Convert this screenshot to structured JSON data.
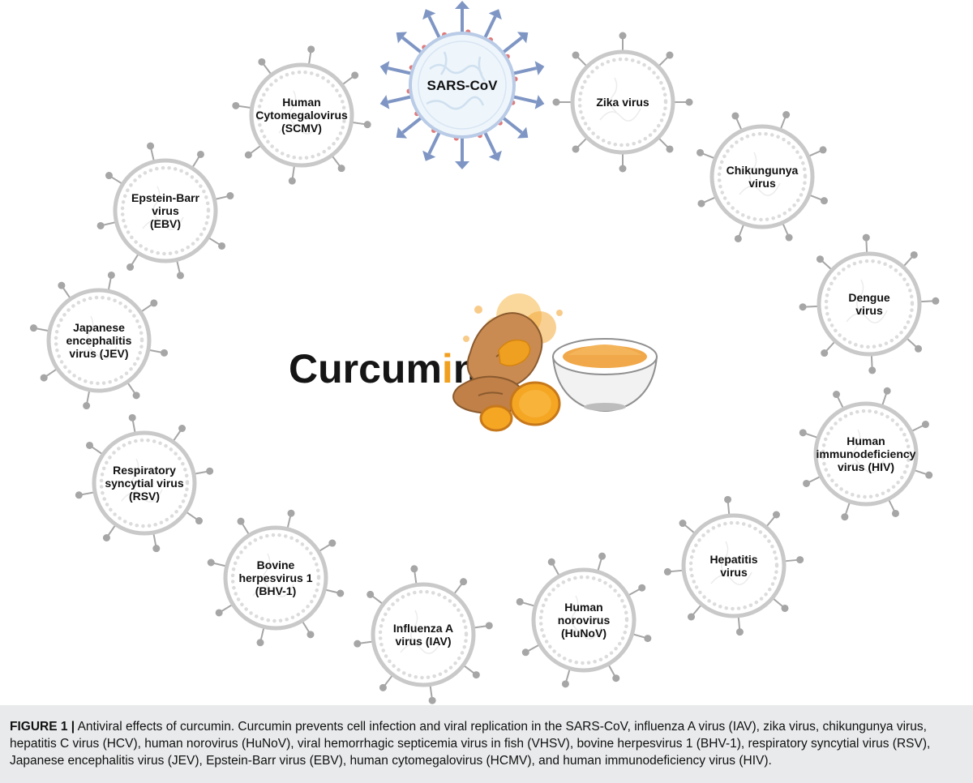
{
  "center": {
    "word_start": "Curcum",
    "word_i": "i",
    "word_end": "n"
  },
  "sars": {
    "label": "SARS-CoV"
  },
  "viruses": [
    {
      "id": "zika",
      "lines": [
        "Zika  virus"
      ]
    },
    {
      "id": "chikungunya",
      "lines": [
        "Chikungunya",
        "virus"
      ]
    },
    {
      "id": "dengue",
      "lines": [
        "Dengue",
        "virus"
      ]
    },
    {
      "id": "hiv",
      "lines": [
        "Human",
        "immunodeficiency",
        "virus (HIV)"
      ]
    },
    {
      "id": "hepatitis",
      "lines": [
        "Hepatitis",
        "virus"
      ]
    },
    {
      "id": "hunov",
      "lines": [
        "Human",
        "norovirus",
        "(HuNoV)"
      ]
    },
    {
      "id": "iav",
      "lines": [
        "Influenza A",
        "virus (IAV)"
      ]
    },
    {
      "id": "bhv1",
      "lines": [
        "Bovine",
        "herpesvirus 1",
        "(BHV-1)"
      ]
    },
    {
      "id": "rsv",
      "lines": [
        "Respiratory",
        "syncytial virus",
        "(RSV)"
      ]
    },
    {
      "id": "jev",
      "lines": [
        "Japanese",
        "encephalitis",
        "virus (JEV)"
      ]
    },
    {
      "id": "ebv",
      "lines": [
        "Epstein-Barr",
        "virus",
        "(EBV)"
      ]
    },
    {
      "id": "cmv",
      "lines": [
        "Human",
        "Cytomegalovirus",
        "(SCMV)"
      ]
    }
  ],
  "caption": {
    "label": "FIGURE 1 |",
    "text": " Antiviral effects of curcumin. Curcumin prevents cell infection and viral replication in the SARS-CoV, influenza A virus (IAV), zika virus, chikungunya virus, hepatitis C virus (HCV), human norovirus (HuNoV), viral hemorrhagic septicemia virus in fish (VHSV), bovine herpesvirus 1 (BHV-1), respiratory syncytial virus (RSV), Japanese encephalitis virus (JEV), Epstein-Barr virus (EBV), human cytomegalovirus (HCMV), and human immunodeficiency virus (HIV)."
  },
  "colors": {
    "virus_ring": "#c9c9c9",
    "virus_spike": "#a6a6a6",
    "sars_spike": "#7f96c4",
    "turmeric": "#f0a020",
    "caption_bg": "#e8eaeb"
  }
}
